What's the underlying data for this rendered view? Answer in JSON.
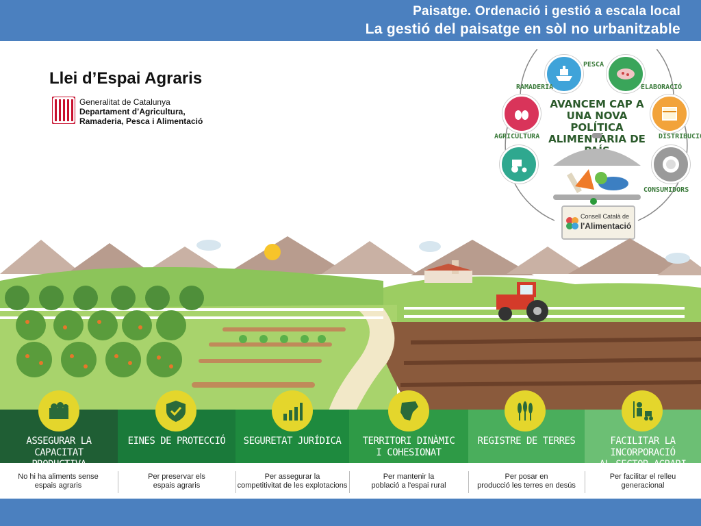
{
  "header": {
    "line1": "Paisatge. Ordenació i gestió a escala local",
    "line2": "La gestió del paisatge en sòl no urbanitzable"
  },
  "law_title": "Llei d’Espai Agraris",
  "institution": {
    "line1": "Generalitat de Catalunya",
    "line2": "Departament d’Agricultura,",
    "line3": "Ramaderia, Pesca i Alimentació"
  },
  "cycle": {
    "headline": [
      "AVANCEM CAP A",
      "UNA NOVA POLÍTICA",
      "ALIMENTÀRIA DE PAÍS"
    ],
    "nodes": [
      {
        "label": "PESCA",
        "icon": "ship-icon",
        "color": "#3fa3d9"
      },
      {
        "label": "ELABORACIÓ",
        "icon": "sausage-icon",
        "color": "#3aa55a"
      },
      {
        "label": "DISTRIBUCIÓ",
        "icon": "box-icon",
        "color": "#f2a33a"
      },
      {
        "label": "CONSUMIDORS",
        "icon": "plate-icon",
        "color": "#9a9a9a"
      },
      {
        "label": "AGRICULTURA",
        "icon": "tractor-icon",
        "color": "#2fa88f"
      },
      {
        "label": "RAMADERIA",
        "icon": "eggs-icon",
        "color": "#d9345a"
      }
    ],
    "council_line1": "Consell Català de",
    "council_line2": "l'Alimentació"
  },
  "pillars": [
    {
      "title": [
        "ASSEGURAR LA CAPACITAT",
        "PRODUCTIVA"
      ],
      "desc": [
        "No hi ha aliments sense",
        "espais agraris"
      ],
      "icon": "crate-icon",
      "color": "#1f5e34"
    },
    {
      "title": [
        "EINES DE PROTECCIÓ"
      ],
      "desc": [
        "Per preservar els",
        "espais agraris"
      ],
      "icon": "shield-check-icon",
      "color": "#1a7a3a"
    },
    {
      "title": [
        "SEGURETAT JURÍDICA"
      ],
      "desc": [
        "Per assegurar la",
        "competitivitat de les explotacions"
      ],
      "icon": "bar-chart-icon",
      "color": "#1e8a3e"
    },
    {
      "title": [
        "TERRITORI DINÀMIC",
        "I COHESIONAT"
      ],
      "desc": [
        "Per mantenir la",
        "població a l'espai rural"
      ],
      "icon": "catalonia-map-icon",
      "color": "#2e9a46"
    },
    {
      "title": [
        "REGISTRE DE TERRES"
      ],
      "desc": [
        "Per posar en",
        "producció les terres en desús"
      ],
      "icon": "wheat-icon",
      "color": "#4aae5c"
    },
    {
      "title": [
        "FACILITAR LA INCORPORACIÓ",
        "AL SECTOR AGRARI"
      ],
      "desc": [
        "Per facilitar el relleu",
        "generacional"
      ],
      "icon": "farmer-icon",
      "color": "#6cbf74"
    }
  ]
}
